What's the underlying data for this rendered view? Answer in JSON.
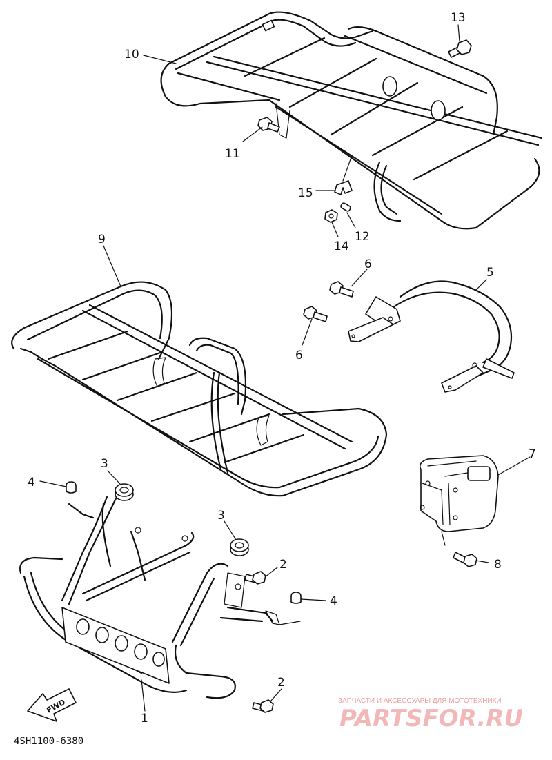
{
  "diagram": {
    "drawing_code": "4SH1100-6380",
    "fwd_label": "FWD",
    "callouts": [
      {
        "id": "c10",
        "text": "10"
      },
      {
        "id": "c13",
        "text": "13"
      },
      {
        "id": "c11",
        "text": "11"
      },
      {
        "id": "c15",
        "text": "15"
      },
      {
        "id": "c12",
        "text": "12"
      },
      {
        "id": "c14",
        "text": "14"
      },
      {
        "id": "c9",
        "text": "9"
      },
      {
        "id": "c6a",
        "text": "6"
      },
      {
        "id": "c5",
        "text": "5"
      },
      {
        "id": "c6b",
        "text": "6"
      },
      {
        "id": "c7",
        "text": "7"
      },
      {
        "id": "c8",
        "text": "8"
      },
      {
        "id": "c3a",
        "text": "3"
      },
      {
        "id": "c4a",
        "text": "4"
      },
      {
        "id": "c3b",
        "text": "3"
      },
      {
        "id": "c2a",
        "text": "2"
      },
      {
        "id": "c4b",
        "text": "4"
      },
      {
        "id": "c2b",
        "text": "2"
      },
      {
        "id": "c1",
        "text": "1"
      }
    ]
  },
  "watermark": {
    "tagline": "ЗАПЧАСТИ И АКСЕССУАРЫ ДЛЯ МОТОТЕХНИКИ",
    "site": "PARTSFOR.RU"
  }
}
